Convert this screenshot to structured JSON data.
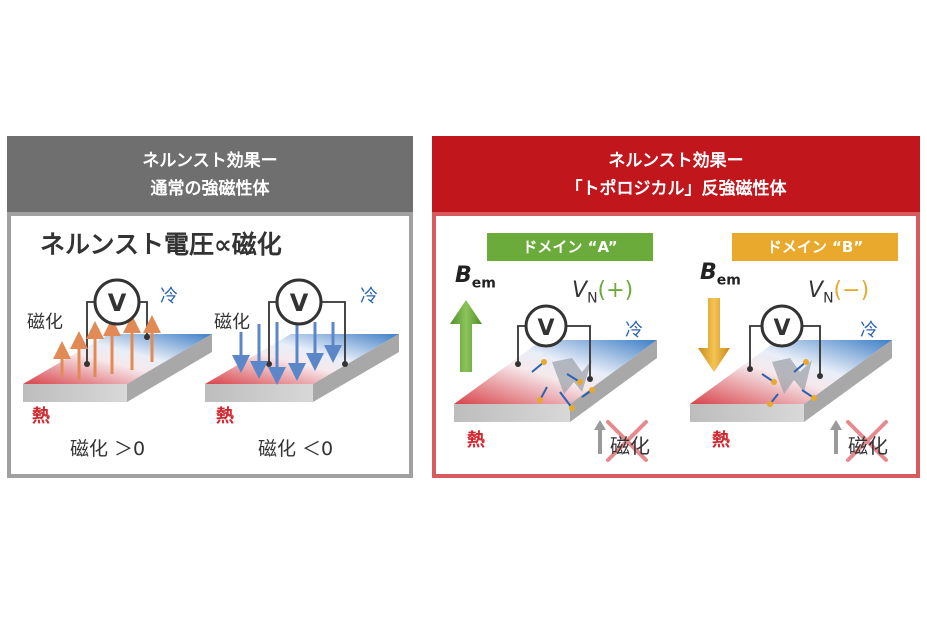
{
  "left_panel": {
    "header": {
      "line1": "ネルンスト効果ー",
      "line2": "通常の強磁性体"
    },
    "title": "ネルンスト電圧∝磁化",
    "left": {
      "magnetization_label": "磁化",
      "hot_label": "熱",
      "cold_label": "冷",
      "caption": "磁化 ＞0"
    },
    "right": {
      "magnetization_label": "磁化",
      "hot_label": "熱",
      "cold_label": "冷",
      "caption": "磁化 ＜0"
    },
    "voltmeter_symbol": "V"
  },
  "right_panel": {
    "header": {
      "line1": "ネルンスト効果ー",
      "line2": "「トポロジカル」反強磁性体"
    },
    "domain_a": {
      "badge": "ドメイン “A”",
      "field_label_main": "B",
      "field_label_sub": "em",
      "voltage_main": "V",
      "voltage_sub": "N",
      "voltage_sign": "(+)",
      "cold_label": "冷",
      "hot_label": "熱",
      "magnetization_label": "磁化"
    },
    "domain_b": {
      "badge": "ドメイン “B”",
      "field_label_main": "B",
      "field_label_sub": "em",
      "voltage_main": "V",
      "voltage_sub": "N",
      "voltage_sign": "(−)",
      "cold_label": "冷",
      "hot_label": "熱",
      "magnetization_label": "磁化"
    },
    "voltmeter_symbol": "V"
  },
  "colors": {
    "left_header_bg": "#6f6f6f",
    "left_frame": "#a0a0a0",
    "right_header_bg": "#c0161c",
    "right_frame": "#d85a5e",
    "hot": "#d0282e",
    "cold": "#2a63b0",
    "arrow_orange": "#e28a55",
    "arrow_blue": "#5b86c8",
    "badge_green": "#6aab3c",
    "badge_gold": "#e8a92c",
    "plus_green": "#6aab3c",
    "minus_gold": "#e8a92c"
  }
}
